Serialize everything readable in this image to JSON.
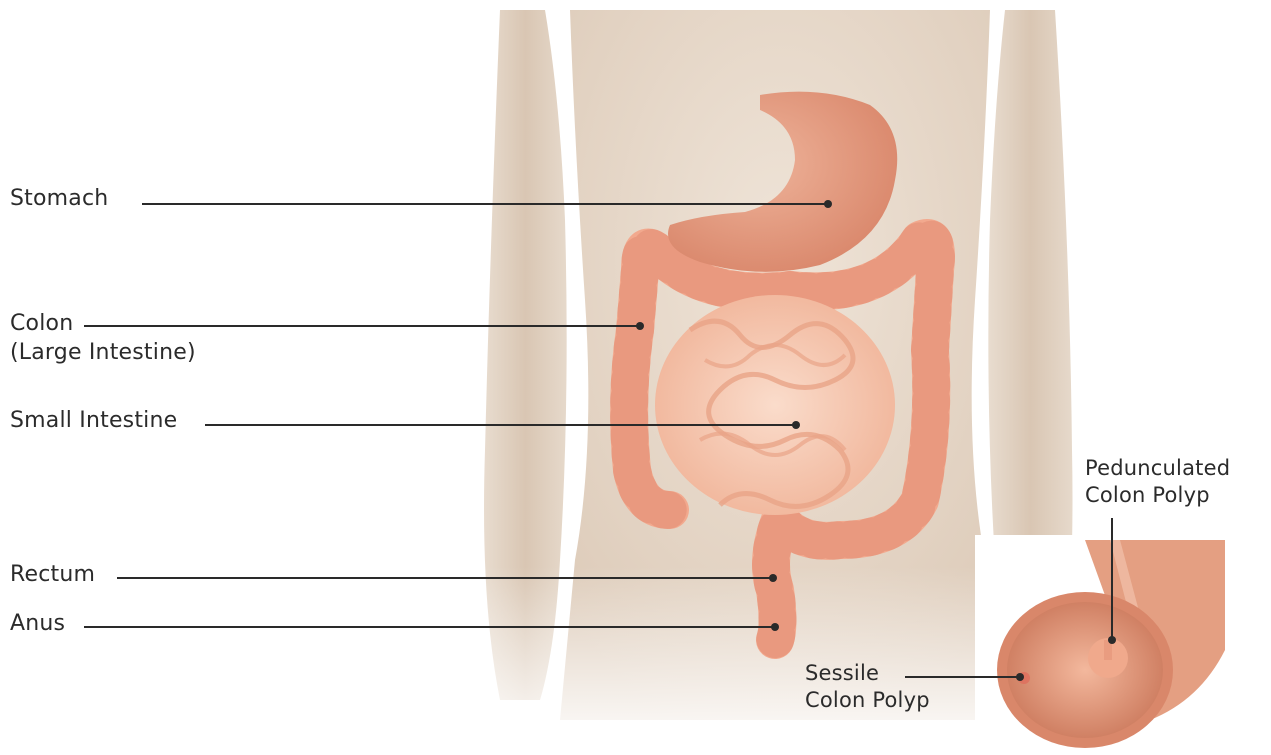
{
  "labels": {
    "stomach": "Stomach",
    "colon_line1": "Colon",
    "colon_line2": "(Large Intestine)",
    "small_intestine": "Small Intestine",
    "rectum": "Rectum",
    "anus": "Anus",
    "pedunculated_line1": "Pedunculated",
    "pedunculated_line2": "Colon Polyp",
    "sessile_line1": "Sessile",
    "sessile_line2": "Colon Polyp"
  },
  "colors": {
    "skin": "#e9ddd0",
    "skin_shadow": "#d8c6b4",
    "stomach": "#e39d82",
    "colon": "#f2a98e",
    "small_intestine": "#f5bda3",
    "colon_lumen": "#e59a7a",
    "leader_line": "#2a2a2a",
    "text": "#2b2b2b"
  }
}
